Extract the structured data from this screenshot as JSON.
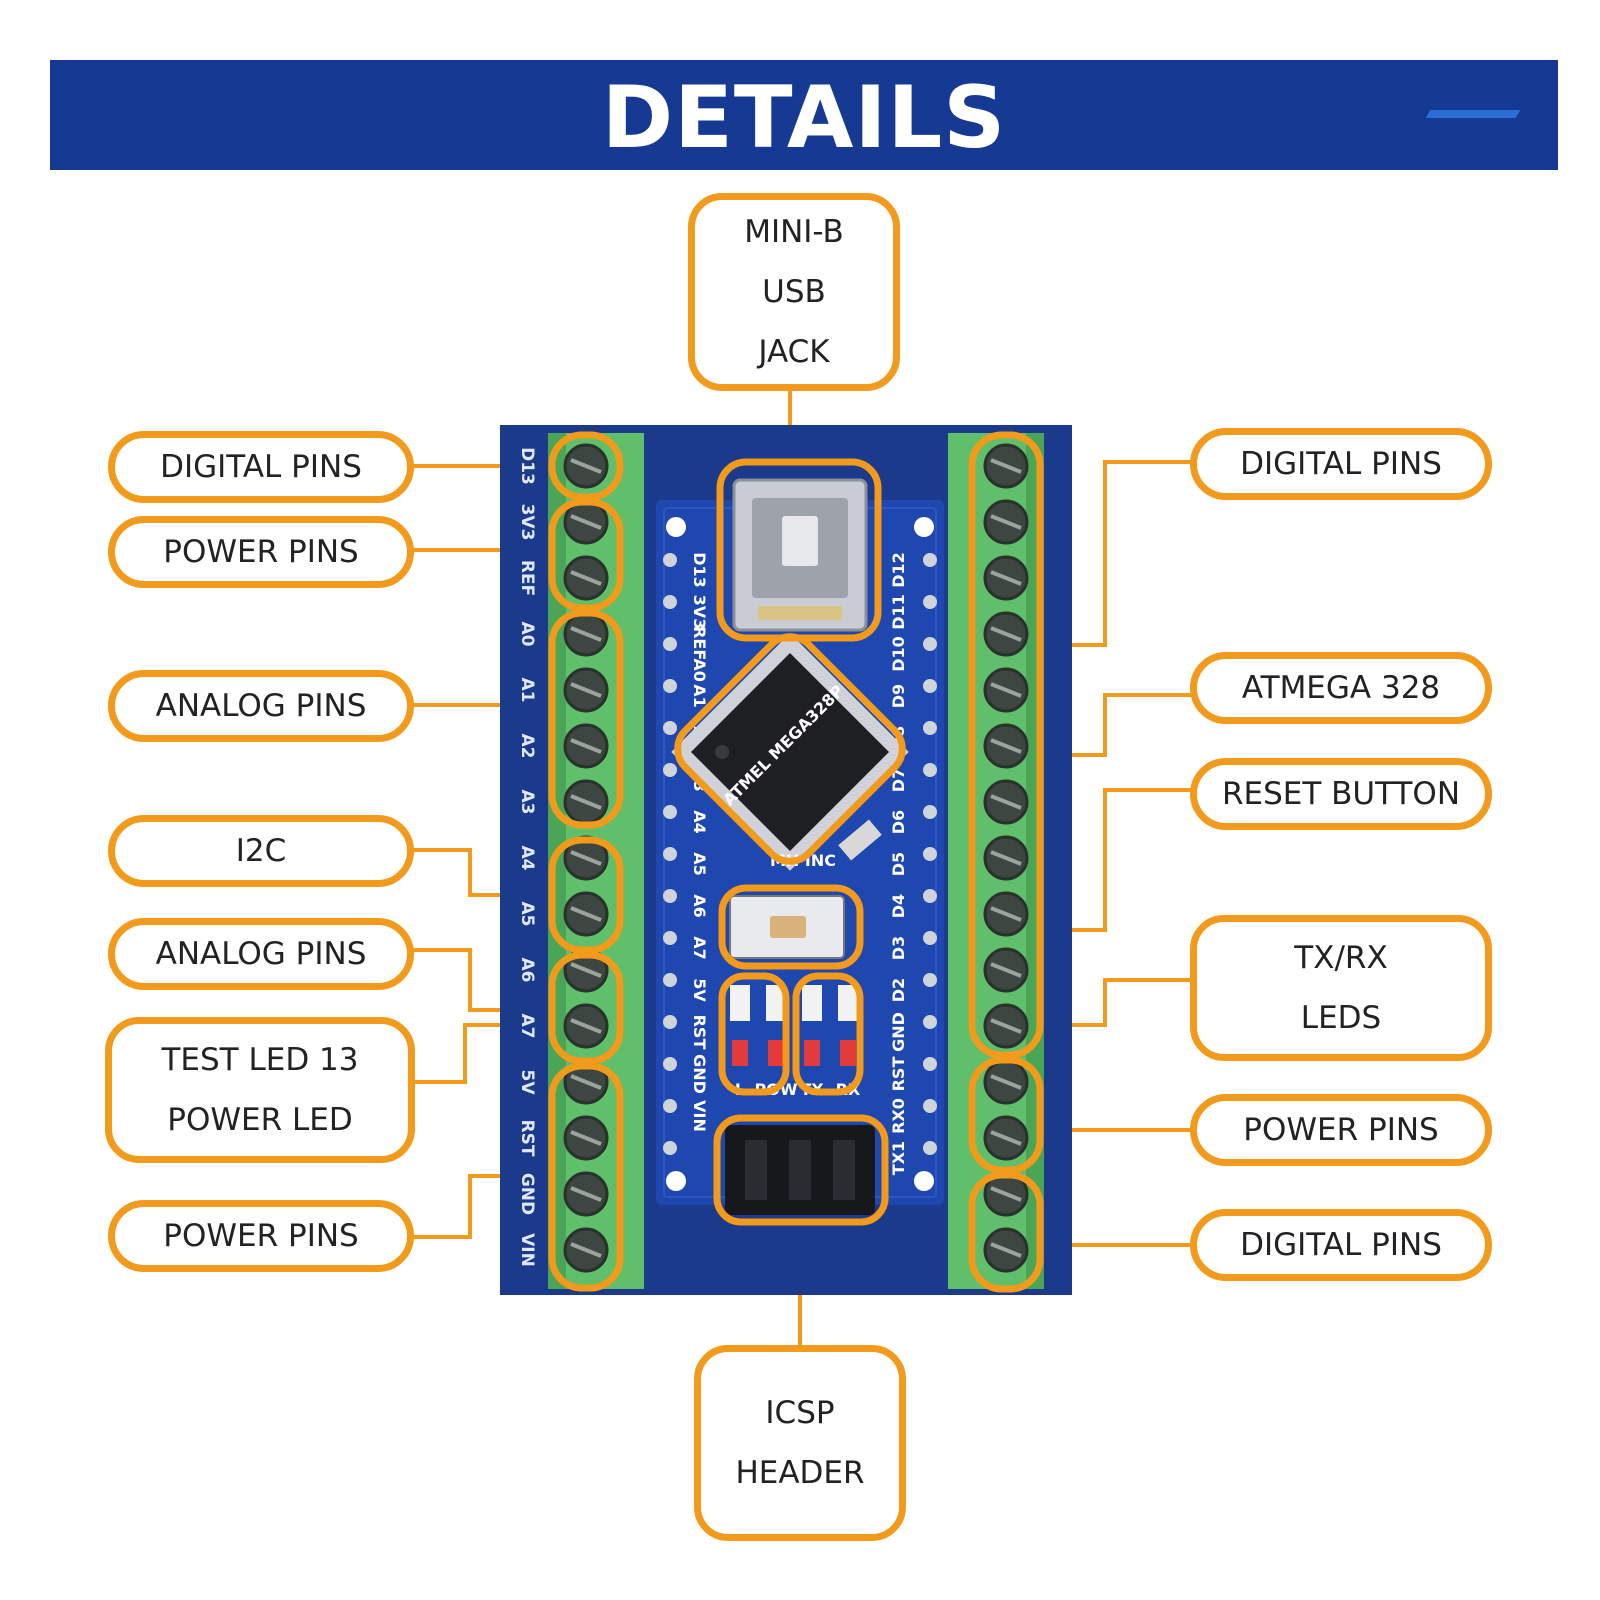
{
  "header": {
    "title": "DETAILS"
  },
  "callouts": {
    "usb": [
      "MINI-B",
      "USB",
      "JACK"
    ],
    "left_digital": "DIGITAL PINS",
    "left_power_top": "POWER PINS",
    "left_analog_top": "ANALOG PINS",
    "i2c": "I2C",
    "left_analog_bottom": "ANALOG PINS",
    "test_led": [
      "TEST LED 13",
      "POWER LED"
    ],
    "left_power_bottom": "POWER PINS",
    "right_digital_top": "DIGITAL PINS",
    "atmega": "ATMEGA 328",
    "reset": "RESET BUTTON",
    "txrx": [
      "TX/RX",
      "LEDS"
    ],
    "right_power": "POWER PINS",
    "right_digital_bottom": "DIGITAL PINS",
    "icsp": [
      "ICSP",
      "HEADER"
    ]
  },
  "board": {
    "left_pin_labels": [
      "D13",
      "3V3",
      "REF",
      "A0",
      "A1",
      "A2",
      "A3",
      "A4",
      "A5",
      "A6",
      "A7",
      "5V",
      "RST",
      "GND",
      "VIN"
    ],
    "left_inner_labels": [
      "D13",
      "3V3",
      "REFA0",
      "A1",
      "A2",
      "A3",
      "A4",
      "A5",
      "A6",
      "A7",
      "5V",
      "RST",
      "GND",
      "VIN"
    ],
    "right_inner_labels": [
      "D12",
      "D11",
      "D10",
      "D9",
      "D8",
      "D7",
      "D6",
      "D5",
      "D4",
      "D3",
      "D2",
      "GND",
      "RST",
      "RX0",
      "TX1"
    ],
    "chip_marking": "ATMEL MEGA328P",
    "silkscreen": "MH INC",
    "led_labels": [
      "L",
      "POW",
      "TX",
      "RX"
    ]
  },
  "colors": {
    "banner": "#163a94",
    "callout_border": "#f29a1b",
    "board": "#1f3f9a",
    "terminal": "#5fbf6a"
  }
}
